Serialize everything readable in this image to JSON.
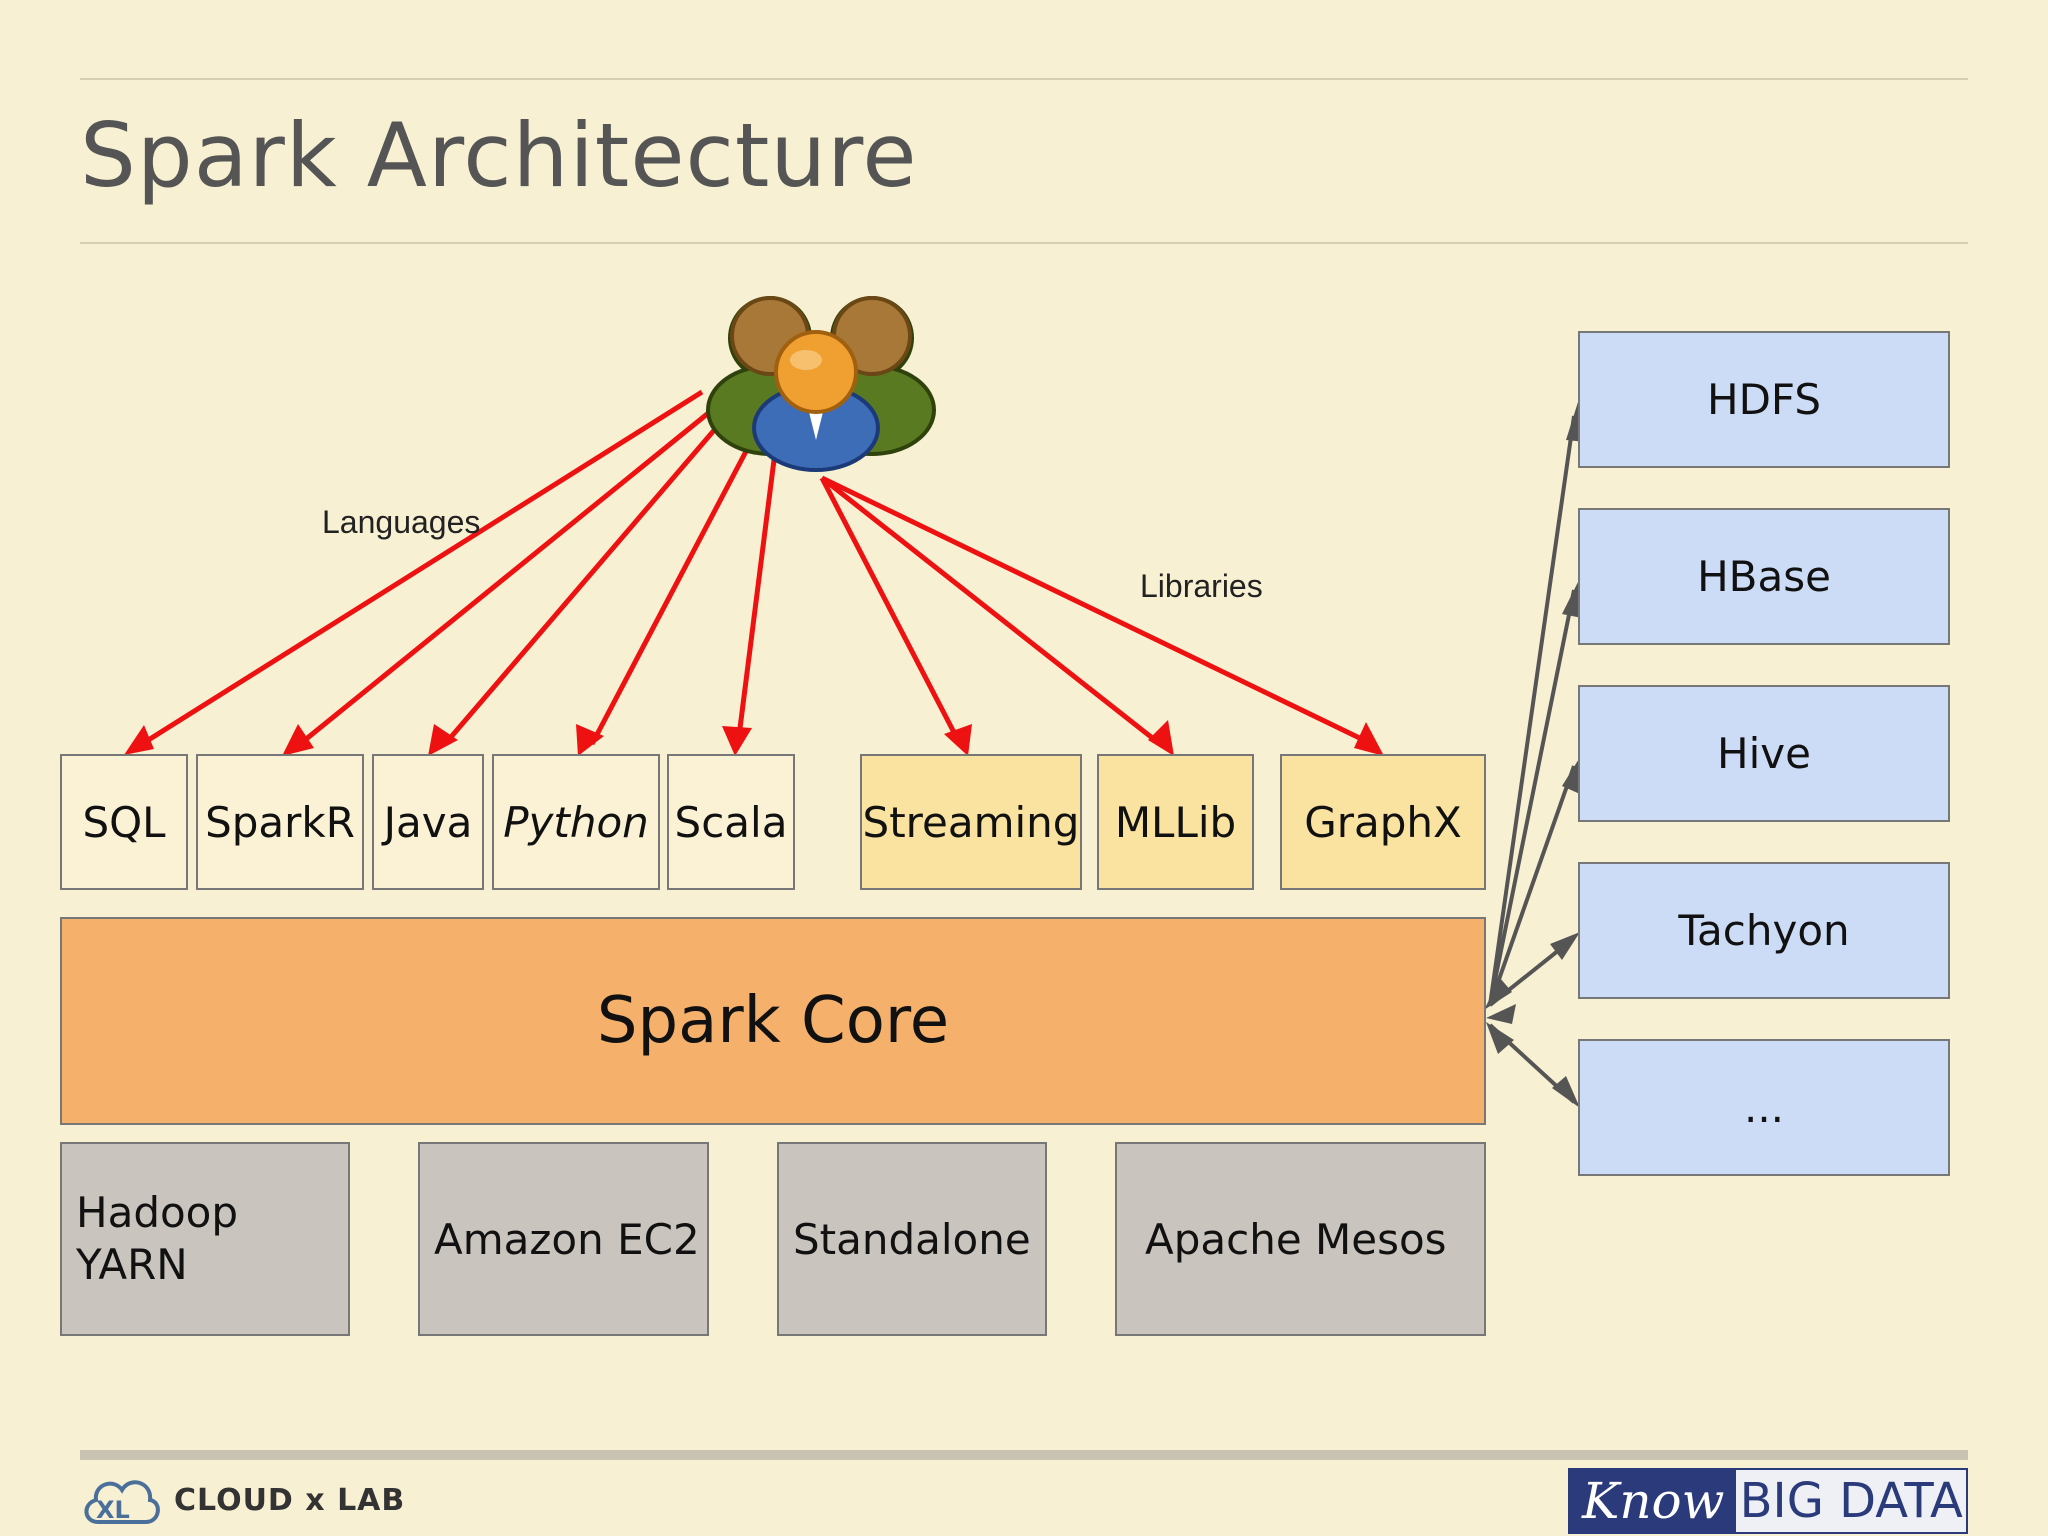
{
  "slide": {
    "title": "Spark Architecture"
  },
  "diagram": {
    "labels": {
      "languages": "Languages",
      "libraries": "Libraries"
    },
    "languages": [
      "SQL",
      "SparkR",
      "Java",
      "Python",
      "Scala"
    ],
    "libraries": [
      "Streaming",
      "MLLib",
      "GraphX"
    ],
    "core": "Spark Core",
    "cluster_managers": [
      "Hadoop\nYARN",
      "Amazon EC2",
      "Standalone",
      "Apache Mesos"
    ],
    "storage": [
      "HDFS",
      "HBase",
      "Hive",
      "Tachyon",
      "..."
    ],
    "colors": {
      "arrow_red": "#ee1111",
      "arrow_gray": "#555555",
      "language_box": "#fbf1d4",
      "library_box": "#fae3a0",
      "core_box": "#f5b06c",
      "manager_box": "#c9c4bd",
      "storage_box": "#cddcf6"
    },
    "icons": {
      "users": "users-group-icon"
    }
  },
  "footer": {
    "left_logo": "CLOUD x LAB",
    "right_logo_know": "Know",
    "right_logo_bigdata": "BIG DATA"
  }
}
